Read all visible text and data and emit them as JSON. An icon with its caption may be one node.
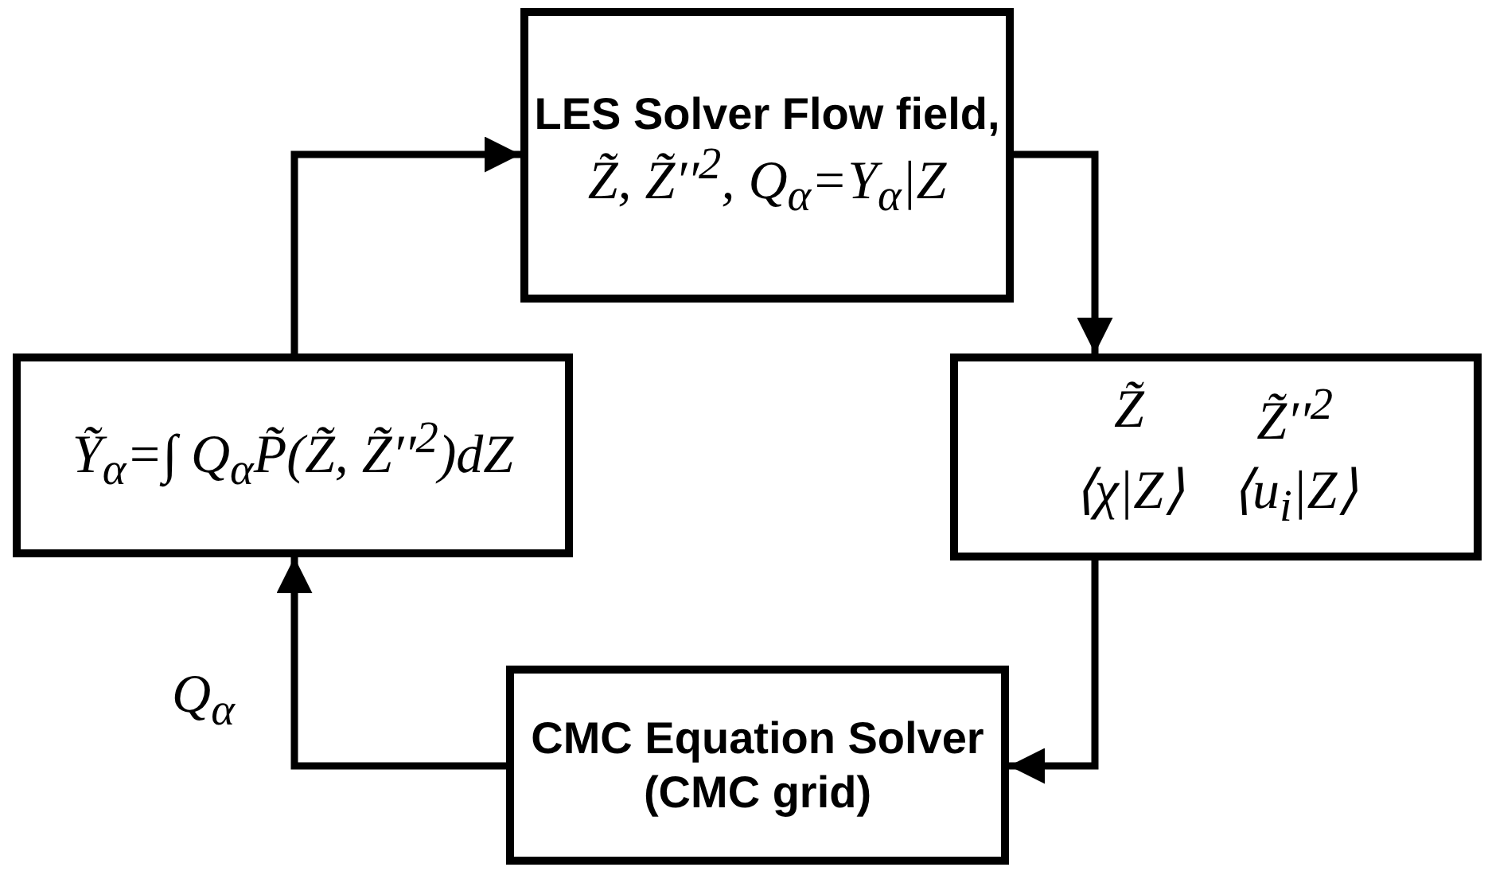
{
  "diagram": {
    "nodes": [
      {
        "text": [
          "LES Solver Flow field,",
          "Z̃, Z̃′′$^{2}$, Q$_{α}$=Y$_{α}$|Z"
        ]
      },
      {
        "text": [
          "Z̃",
          "Z̃′′$^{2}$",
          "⟨χ|Z⟩",
          "⟨u$_{i}$|Z⟩"
        ]
      },
      {
        "text": [
          "CMC Equation Solver (CMC grid)"
        ]
      },
      {
        "text": [
          "Ỹ$_{α}$=∫ Q$_{α}$P̃(Z̃, Z̃′′$^{2}$)dZ"
        ]
      }
    ],
    "edges": [
      {
        "from": 3,
        "to": 0,
        "arrow": "to"
      },
      {
        "from": 0,
        "to": 1,
        "arrow": "to"
      },
      {
        "from": 1,
        "to": 2,
        "arrow": "to"
      },
      {
        "from": 2,
        "to": 3,
        "arrow": "to",
        "label": "Q$_{α}$"
      }
    ]
  }
}
